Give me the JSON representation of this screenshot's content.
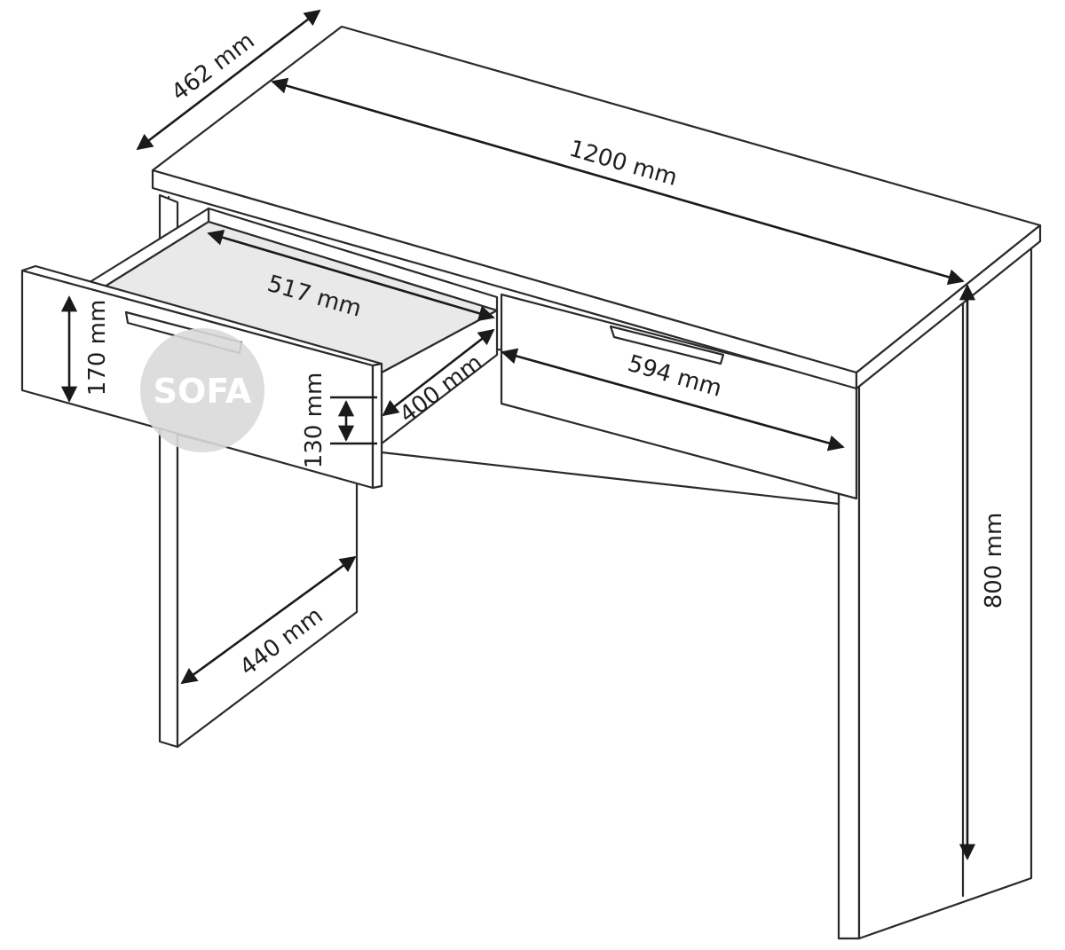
{
  "watermark": {
    "text": "SOFA"
  },
  "dimensions": {
    "depth": "462 mm",
    "width": "1200 mm",
    "drawer_inner_width": "517 mm",
    "drawer_front_height": "170 mm",
    "drawer_depth": "400 mm",
    "drawer_inner_height": "130 mm",
    "drawer_front_width": "594 mm",
    "height": "800 mm",
    "leg_depth": "440 mm"
  },
  "colors": {
    "line": "#2a2a2a",
    "drawer_floor": "#e9e9e9",
    "watermark": "#d9d9d9"
  }
}
